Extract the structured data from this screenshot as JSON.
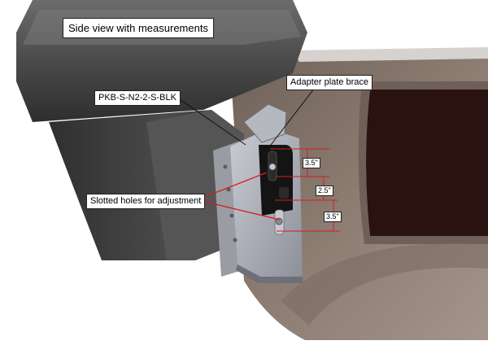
{
  "title": "Side view with measurements",
  "callouts": {
    "part_number": "PKB-S-N2-2-S-BLK",
    "adapter_brace": "Adapter plate brace",
    "slotted_holes": "Slotted holes for adjustment"
  },
  "dimensions": [
    "3.5\"",
    "2.5\"",
    "3.5\""
  ],
  "colors": {
    "measure_line": "#d21e1e",
    "leader_line": "#111111",
    "hood_dark": "#3d3d3d",
    "dash_tan": "#8a7a70",
    "bracket_silver": "#a9acb4"
  }
}
